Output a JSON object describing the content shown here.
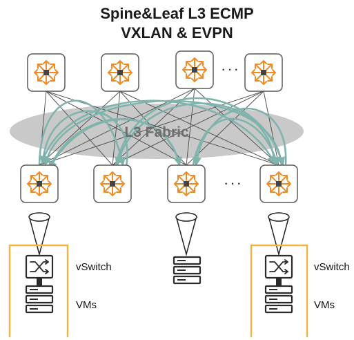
{
  "title_line1": "Spine&Leaf L3 ECMP",
  "title_line2": "VXLAN & EVPN",
  "fabric_label": "L3 Fabric",
  "ellipsis": "···",
  "left_rack": {
    "vswitch_label": "vSwitch",
    "vms_label": "VMs"
  },
  "right_rack": {
    "vswitch_label": "vSwitch",
    "vms_label": "VMs"
  },
  "icons": {
    "switch": "router-switch-icon",
    "vswitch": "virtual-switch-icon",
    "server": "server-stack-icon"
  },
  "colors": {
    "switch_orange": "#f08a24",
    "tunnel_teal": "#7fb3ac",
    "rack_border": "#f2b43c",
    "fabric_gray": "#c9c9c9"
  }
}
